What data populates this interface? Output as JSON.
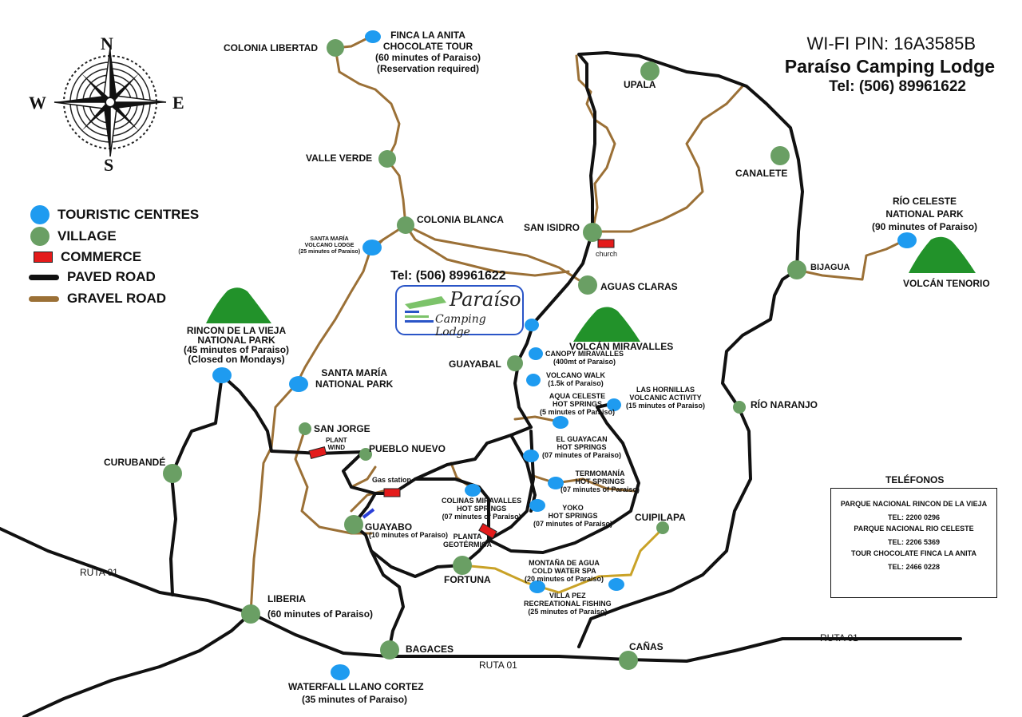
{
  "header": {
    "wifi": "WI-FI PIN: 16A3585B",
    "lodge": "Paraíso Camping Lodge",
    "tel": "Tel: (506) 89961622"
  },
  "compass": {
    "n": "N",
    "s": "S",
    "e": "E",
    "w": "W"
  },
  "legend": {
    "touristic": "TOURISTIC CENTRES",
    "village": "VILLAGE",
    "commerce": "COMMERCE",
    "paved": "PAVED ROAD",
    "gravel": "GRAVEL ROAD"
  },
  "colors": {
    "touristic": "#1e9bf0",
    "village": "#6a9f64",
    "commerce": "#e41b1b",
    "paved": "#111111",
    "gravel": "#9b7036",
    "volcano": "#22922a",
    "road_yellow": "#c9a227",
    "logo_blue": "#2a55c7"
  },
  "logo": {
    "tel": "Tel: (506) 89961622",
    "line1": "Paraíso",
    "line2": "Camping Lodge"
  },
  "places": {
    "colonia_libertad": "COLONIA LIBERTAD",
    "finca": [
      "FINCA LA ANITA",
      "CHOCOLATE TOUR",
      "(60 minutes of Paraiso)",
      "(Reservation required)"
    ],
    "valle_verde": "VALLE VERDE",
    "colonia_blanca": "COLONIA BLANCA",
    "santa_maria_lodge": [
      "SANTA MARÍA",
      "VOLCANO LODGE",
      "(25 minutes of Paraiso)"
    ],
    "upala": "UPALA",
    "canalete": "CANALETE",
    "san_isidro": "SAN ISIDRO",
    "church": "church",
    "aguas_claras": "AGUAS CLARAS",
    "bijagua": "BIJAGUA",
    "rio_celeste": [
      "RÍO CELESTE",
      "NATIONAL PARK",
      "(90 minutes of Paraiso)"
    ],
    "volcan_tenorio": "VOLCÁN TENORIO",
    "rincon": [
      "RINCON DE LA VIEJA",
      "NATIONAL PARK",
      "(45 minutes of Paraiso)",
      "(Closed on Mondays)"
    ],
    "santa_maria_np": [
      "SANTA MARÍA",
      "NATIONAL PARK"
    ],
    "volcan_miravalles": "VOLCÁN MIRAVALLES",
    "canopy": [
      "CANOPY MIRAVALLES",
      "(400mt of Paraiso)"
    ],
    "guayabal": "GUAYABAL",
    "volcano_walk": [
      "VOLCANO WALK",
      "(1.5k of Paraiso)"
    ],
    "aqua_celeste": [
      "AQUA CELESTE",
      "HOT SPRINGS",
      "(5 minutes of Paraiso)"
    ],
    "hornillas": [
      "LAS HORNILLAS",
      "VOLCANIC ACTIVITY",
      "(15 minutes of Paraiso)"
    ],
    "rio_naranjo": "RÍO NARANJO",
    "san_jorge": "SAN JORGE",
    "plant_wind": [
      "PLANT",
      "WIND"
    ],
    "pueblo_nuevo": "PUEBLO NUEVO",
    "guayacan": [
      "EL GUAYACAN",
      "HOT SPRINGS",
      "(07 minutes of Paraiso)"
    ],
    "curubande": "CURUBANDÉ",
    "gas_station": "Gas station",
    "termomania": [
      "TERMOMANÍA",
      "HOT SPRINGS",
      "(07 minutes of Paraiso)"
    ],
    "colinas": [
      "COLINAS MIRAVALLES",
      "HOT SPRINGS",
      "(07 minutes of Paraiso)"
    ],
    "yoko": [
      "YOKO",
      "HOT SPRINGS",
      "(07 minutes of Paraiso)"
    ],
    "guayabo": "GUAYABO",
    "guayabo_time": "(10 minutes of Paraiso)",
    "planta": [
      "PLANTA",
      "GEOTÉRMICA"
    ],
    "cuipilapa": "CUIPILAPA",
    "ruta01": "RUTA 01",
    "montana": [
      "MONTAÑA DE AGUA",
      "COLD WATER SPA",
      "(20 minutes of Paraiso)"
    ],
    "fortuna": "FORTUNA",
    "villa_pez": [
      "Villa Pez",
      "RECREATIONAL FISHING",
      "(25 minutes of Paraiso)"
    ],
    "liberia": "LIBERIA",
    "liberia_time": "(60 minutes of Paraiso)",
    "bagaces": "BAGACES",
    "canas": "CAÑAS",
    "waterfall": "WATERFALL  LLANO CORTEZ",
    "waterfall_time": "(35 minutes of Paraiso)"
  },
  "phones": {
    "title": "TELÉFONOS",
    "rows": [
      "PARQUE NACIONAL RINCON DE LA VIEJA",
      "TEL: 2200 0296",
      "PARQUE NACIONAL RIO CELESTE",
      "TEL: 2206 5369",
      "TOUR CHOCOLATE  FINCA LA  ANITA",
      "TEL: 2466 0228"
    ]
  }
}
